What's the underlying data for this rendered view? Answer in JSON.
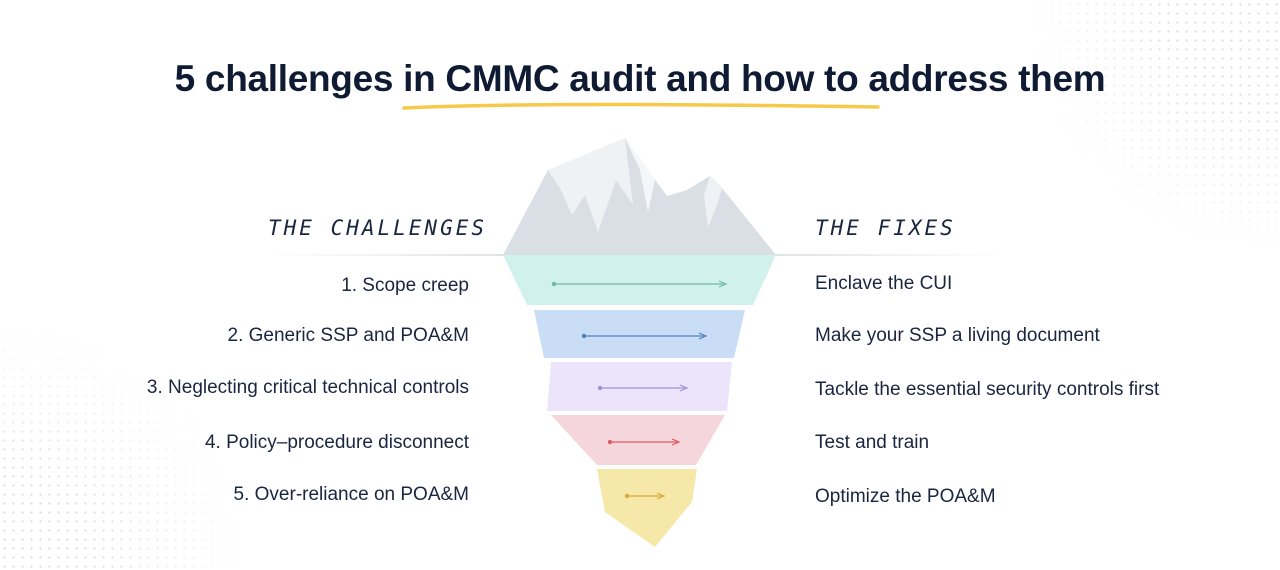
{
  "title": "5 challenges in CMMC audit and how to address them",
  "headers": {
    "left": "THE CHALLENGES",
    "right": "THE FIXES"
  },
  "rows": [
    {
      "challenge": "1. Scope creep",
      "fix": "Enclave the CUI",
      "color": "#d1f1ec"
    },
    {
      "challenge": "2. Generic SSP and POA&M",
      "fix": "Make your SSP a living document",
      "color": "#c9def6"
    },
    {
      "challenge": "3. Neglecting critical technical controls",
      "fix": "Tackle the essential security controls first",
      "color": "#ece4fb"
    },
    {
      "challenge": "4. Policy–procedure disconnect",
      "fix": "Test and train",
      "color": "#f5d6dc"
    },
    {
      "challenge": "5. Over-reliance on POA&M",
      "fix": "Optimize the POA&M",
      "color": "#f6e8a9"
    }
  ],
  "colors": {
    "accent_underline": "#f7c948",
    "mountain": "#d9dfe5",
    "snow": "#f1f5f8",
    "arrow_1": "#6fb8ae",
    "arrow_2": "#4f7fc3",
    "arrow_3": "#9d93d6",
    "arrow_4": "#e05a62",
    "arrow_5": "#d9a83a"
  }
}
